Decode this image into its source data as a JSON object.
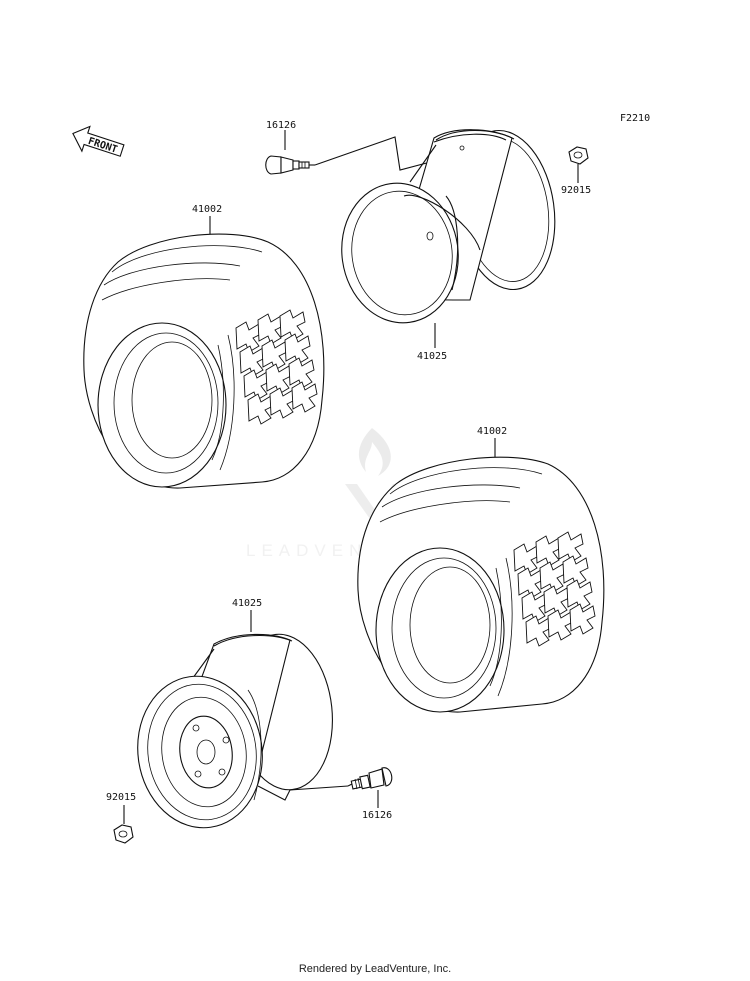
{
  "figure_code": "F2210",
  "front_indicator": "FRONT",
  "watermark_text": "LEADVENTURE",
  "footer_text": "Rendered by LeadVenture, Inc.",
  "parts": {
    "valve_top": "16126",
    "nut_top": "92015",
    "tire_left": "41002",
    "wheel_top": "41025",
    "tire_right": "41002",
    "wheel_bottom": "41025",
    "nut_bottom": "92015",
    "valve_bottom": "16126"
  }
}
